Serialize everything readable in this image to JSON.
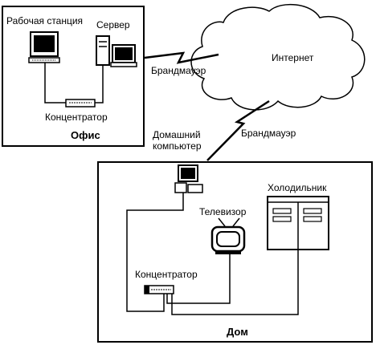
{
  "office": {
    "title": "Офис",
    "workstation_label": "Рабочая станция",
    "server_label": "Сервер",
    "hub_label": "Концентратор"
  },
  "internet": {
    "label": "Интернет"
  },
  "links": {
    "firewall_office": "Брандмауэр",
    "firewall_home": "Брандмауэр"
  },
  "home": {
    "title": "Дом",
    "computer_label_line1": "Домашний",
    "computer_label_line2": "компьютер",
    "tv_label": "Телевизор",
    "fridge_label": "Холодильник",
    "hub_label": "Концентратор"
  }
}
